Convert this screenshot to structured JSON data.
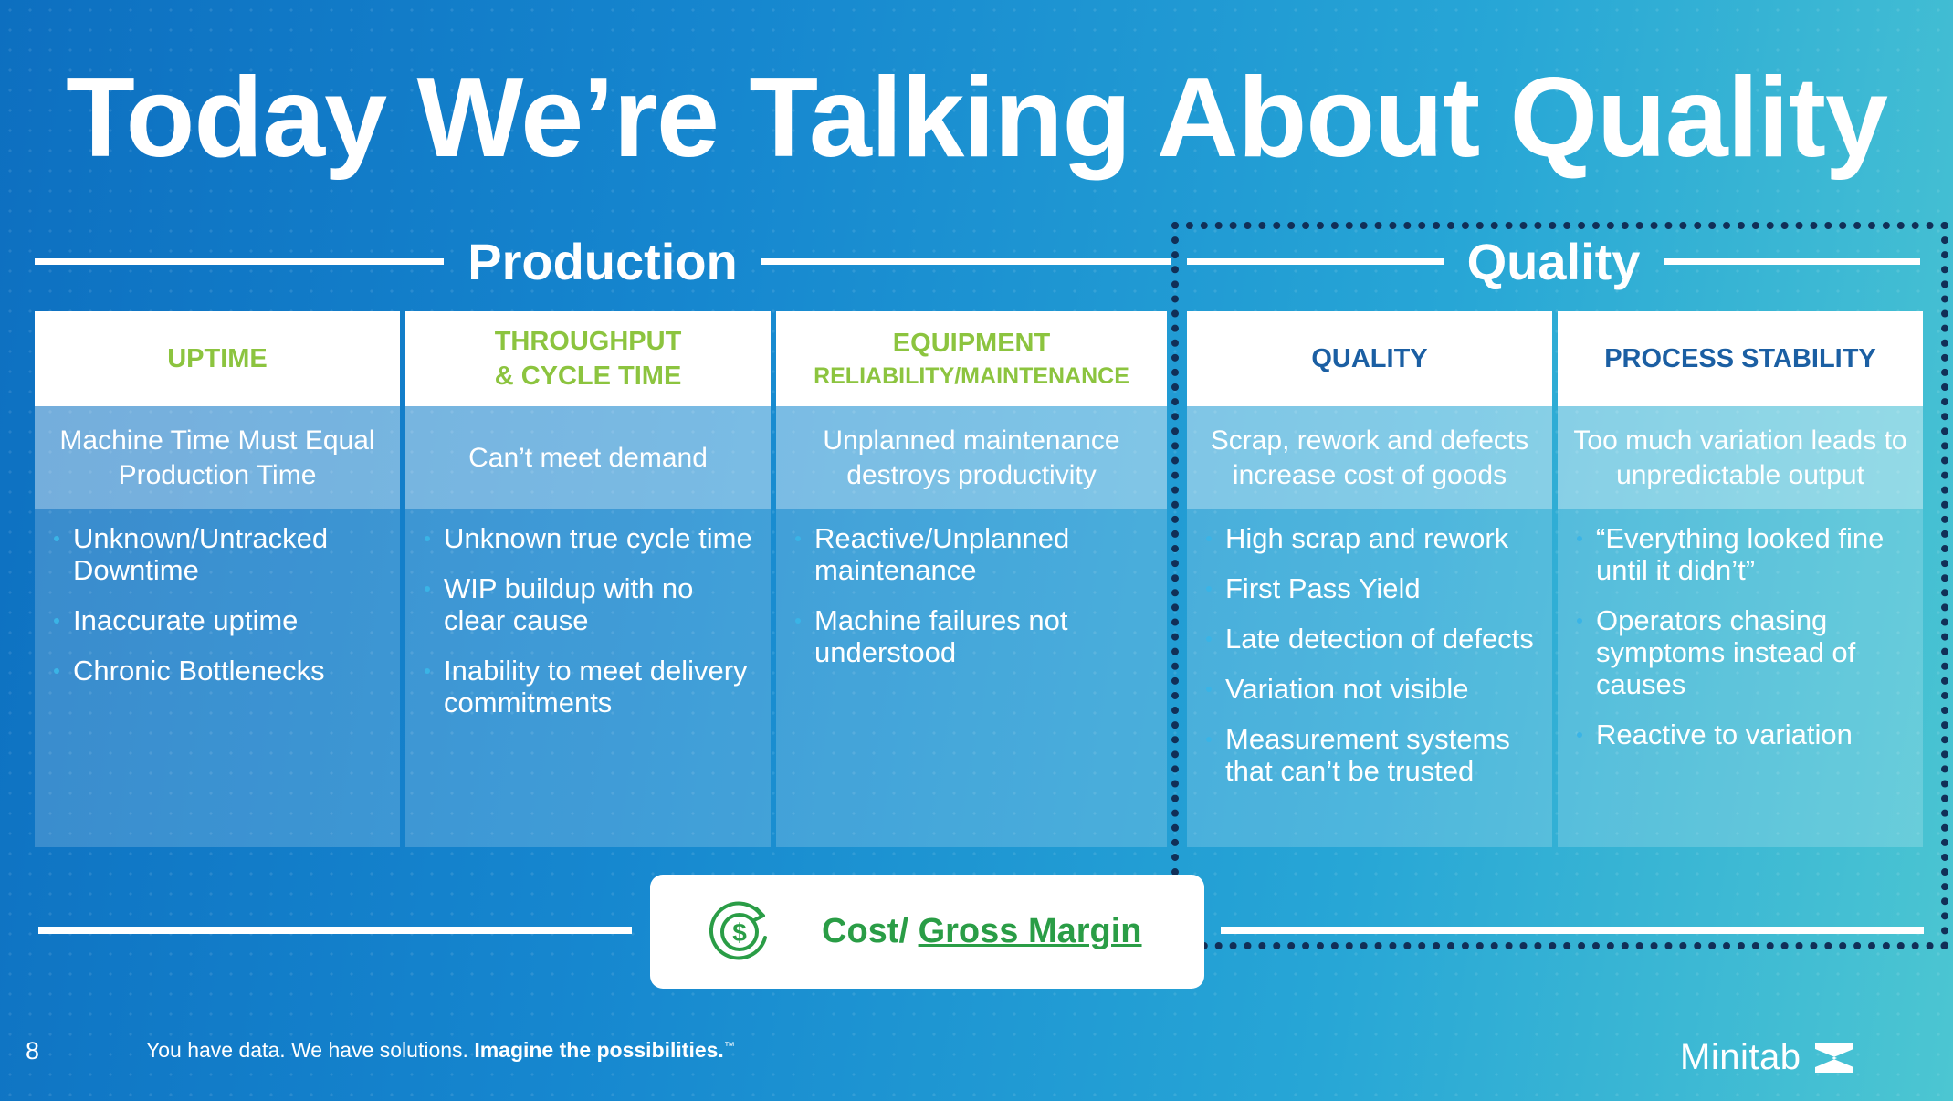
{
  "slide": {
    "title": "Today We’re Talking About Quality",
    "page_number": "8",
    "tagline_plain": "You have data. We have solutions.",
    "tagline_bold": "Imagine the possibilities.",
    "tagline_mark": "™",
    "brand": "Minitab"
  },
  "sections": {
    "production": "Production",
    "quality": "Quality"
  },
  "columns": [
    {
      "header_lines": [
        "UPTIME"
      ],
      "subtitle": "Machine Time Must Equal Production Time",
      "bullets": [
        "Unknown/Untracked Downtime",
        "Inaccurate uptime",
        "Chronic Bottlenecks"
      ]
    },
    {
      "header_lines": [
        "THROUGHPUT",
        "& CYCLE TIME"
      ],
      "subtitle": "Can’t meet demand",
      "bullets": [
        "Unknown true cycle time",
        "WIP buildup with no clear cause",
        "Inability to meet delivery commitments"
      ]
    },
    {
      "header_lines": [
        "EQUIPMENT",
        "RELIABILITY/MAINTENANCE"
      ],
      "subtitle": "Unplanned maintenance destroys productivity",
      "bullets": [
        "Reactive/Unplanned maintenance",
        "Machine failures not understood"
      ]
    },
    {
      "header_lines": [
        "QUALITY"
      ],
      "subtitle": "Scrap, rework and defects increase cost of goods",
      "bullets": [
        "High scrap and rework",
        "First Pass Yield",
        "Late detection of defects",
        "Variation not visible",
        "Measurement systems that can’t be trusted"
      ]
    },
    {
      "header_lines": [
        "PROCESS STABILITY"
      ],
      "subtitle": "Too much variation leads to unpredictable output",
      "bullets": [
        "“Everything looked fine until it didn’t”",
        "Operators chasing symptoms instead of causes",
        "Reactive to variation"
      ]
    }
  ],
  "cost": {
    "prefix": "Cost/ ",
    "underlined": "Gross Margin",
    "icon": "dollar-cycle-icon"
  },
  "colors": {
    "production_header": "#8cc43f",
    "quality_header": "#1b5fa3",
    "cost_text": "#2a9d46",
    "quality_box_border": "#112f57"
  }
}
